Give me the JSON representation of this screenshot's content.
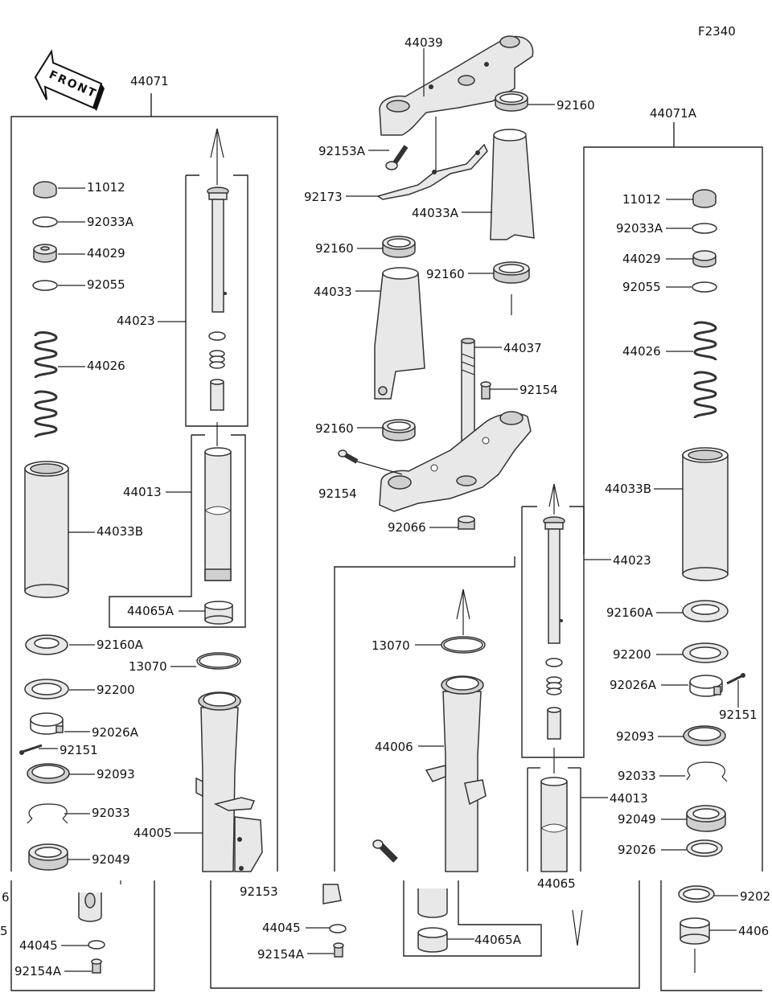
{
  "diagram": {
    "code": "F2340",
    "front_label": "FRONT",
    "group_labels": {
      "left_assy": "44071",
      "right_assy": "44071A"
    },
    "part_labels": {
      "l_11012": "11012",
      "l_92033A": "92033A",
      "l_44029": "44029",
      "l_92055": "92055",
      "l_44023": "44023",
      "l_44026": "44026",
      "l_44013": "44013",
      "l_44033B": "44033B",
      "l_44065A": "44065A",
      "l_92160A": "92160A",
      "l_13070": "13070",
      "l_92200": "92200",
      "l_92026A": "92026A",
      "l_92151": "92151",
      "l_92093": "92093",
      "l_92033": "92033",
      "l_44005": "44005",
      "l_92049": "92049",
      "l_92153": "92153",
      "l_44045": "44045",
      "l_92154A": "92154A",
      "l_6": "6",
      "l_5": "5",
      "c_44039": "44039",
      "c_92160_top": "92160",
      "c_92153A": "92153A",
      "c_92173": "92173",
      "c_44033A": "44033A",
      "c_92160_a": "92160",
      "c_92160_b": "92160",
      "c_44033": "44033",
      "c_44037": "44037",
      "c_92154_a": "92154",
      "c_92160_c": "92160",
      "c_92154_b": "92154",
      "c_92066": "92066",
      "c_13070": "13070",
      "c_44006": "44006",
      "c_44065": "44065",
      "c_44045": "44045",
      "c_92154A": "92154A",
      "c_44065A": "44065A",
      "r_44023": "44023",
      "r_44013": "44013",
      "r_11012": "11012",
      "r_92033A": "92033A",
      "r_44029": "44029",
      "r_92055": "92055",
      "r_44026": "44026",
      "r_44033B": "44033B",
      "r_92160A": "92160A",
      "r_92200": "92200",
      "r_92026A": "92026A",
      "r_92151": "92151",
      "r_92093": "92093",
      "r_92033": "92033",
      "r_92049": "92049",
      "r_92026": "92026",
      "r_9202": "9202",
      "r_4406": "4406"
    }
  }
}
